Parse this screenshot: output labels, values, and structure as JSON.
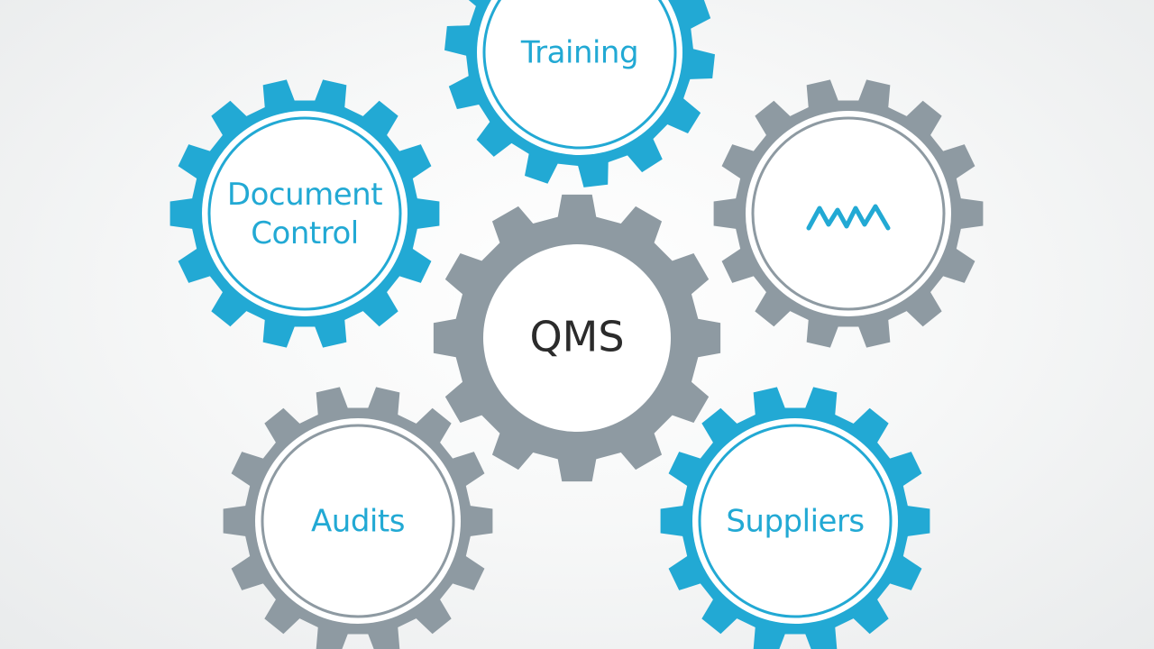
{
  "colors": {
    "blue": "#22a9d4",
    "gray": "#8e9aa2",
    "text_blue": "#22a9d4",
    "text_dark": "#2b2b2b",
    "inner_fill": "#ffffff"
  },
  "diagram": {
    "center": {
      "label": "QMS",
      "color": "gray"
    },
    "gears": [
      {
        "id": "training",
        "lines": [
          "Training"
        ],
        "color": "blue"
      },
      {
        "id": "document-control",
        "lines": [
          "Document",
          "Control"
        ],
        "color": "blue"
      },
      {
        "id": "mdm",
        "lines": [],
        "icon": "wave-logo-icon",
        "color": "gray"
      },
      {
        "id": "audits",
        "lines": [
          "Audits"
        ],
        "color": "gray"
      },
      {
        "id": "suppliers",
        "lines": [
          "Suppliers"
        ],
        "color": "blue"
      }
    ]
  }
}
